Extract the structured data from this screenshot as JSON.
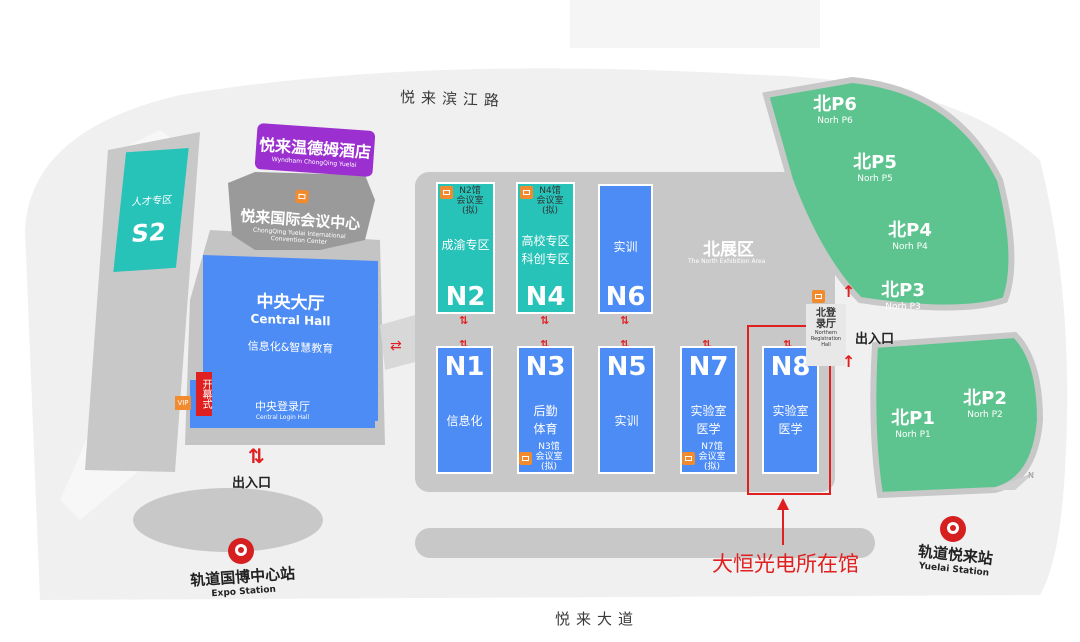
{
  "roads": {
    "north": "悦来滨江路",
    "south": "悦来大道"
  },
  "hotel": {
    "cn": "悦来温德姆酒店",
    "en": "Wyndham ChongQing Yuelai"
  },
  "convention": {
    "cn": "悦来国际会议中心",
    "en1": "ChongQing Yuelai International",
    "en2": "Convention Center"
  },
  "central_hall": {
    "cn": "中央大厅",
    "en": "Central Hall",
    "sub": "信息化&智慧教育",
    "login_cn": "中央登录厅",
    "login_en": "Central Login Hall",
    "opening": "开幕式",
    "vip": "VIP"
  },
  "s2": {
    "code": "S2",
    "label": "人才专区"
  },
  "north_area": {
    "cn": "北展区",
    "en": "The North Exhibition Area"
  },
  "halls": {
    "n2": {
      "code": "N2",
      "label": "成渝专区",
      "conf": "N2馆会议室(拟)"
    },
    "n4": {
      "code": "N4",
      "label1": "高校专区",
      "label2": "科创专区",
      "conf": "N4馆会议室(拟)"
    },
    "n6": {
      "code": "N6",
      "label": "实训"
    },
    "n1": {
      "code": "N1",
      "label": "信息化"
    },
    "n3": {
      "code": "N3",
      "label1": "后勤",
      "label2": "体育",
      "conf": "N3馆会议室(拟)"
    },
    "n5": {
      "code": "N5",
      "label": "实训"
    },
    "n7": {
      "code": "N7",
      "label1": "实验室",
      "label2": "医学",
      "conf": "N7馆会议室(拟)"
    },
    "n8": {
      "code": "N8",
      "label1": "实验室",
      "label2": "医学"
    }
  },
  "north_reg": {
    "cn": "北登录厅",
    "en1": "Northern",
    "en2": "Registration",
    "en3": "Hall"
  },
  "parking": {
    "p1": {
      "cn": "北P1",
      "en": "Norh P1"
    },
    "p2": {
      "cn": "北P2",
      "en": "Norh P2"
    },
    "p3": {
      "cn": "北P3",
      "en": "Norh P3"
    },
    "p4": {
      "cn": "北P4",
      "en": "Norh P4"
    },
    "p5": {
      "cn": "北P5",
      "en": "Norh P5"
    },
    "p6": {
      "cn": "北P6",
      "en": "Norh P6"
    }
  },
  "exits": {
    "left": "出入口",
    "right": "出入口"
  },
  "stations": {
    "expo": {
      "cn": "轨道国博中心站",
      "en": "Expo Station"
    },
    "yuelai": {
      "cn": "轨道悦来站",
      "en": "Yuelai Station"
    }
  },
  "callout": "大恒光电所在馆",
  "colors": {
    "hall_blue": "#4d8cf5",
    "hall_teal": "#27c3b9",
    "parking_green": "#5ec48f",
    "callout_red": "#e02020"
  }
}
